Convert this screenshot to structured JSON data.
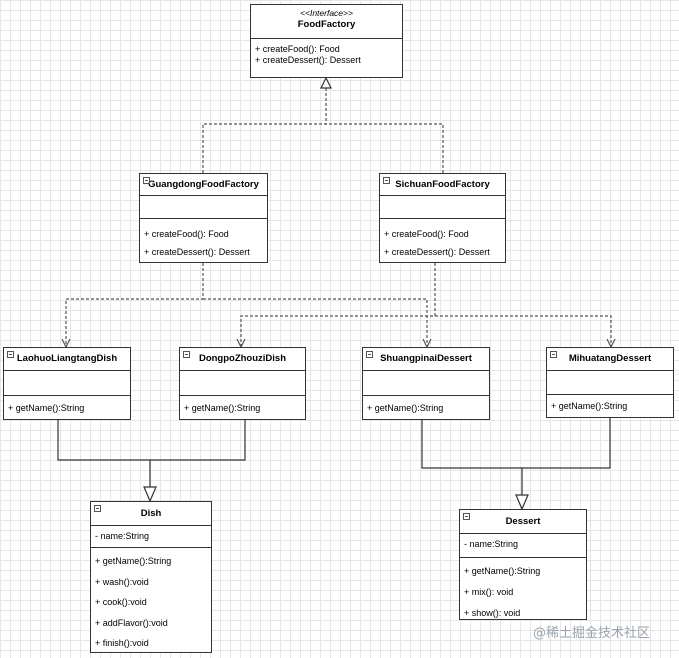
{
  "interface": {
    "stereotype": "<<Interface>>",
    "name": "FoodFactory",
    "methods": [
      "+ createFood(): Food",
      "+ createDessert(): Dessert"
    ]
  },
  "factories": [
    {
      "name": "GuangdongFoodFactory",
      "methods": [
        "+ createFood(): Food",
        "+ createDessert(): Dessert"
      ]
    },
    {
      "name": "SichuanFoodFactory",
      "methods": [
        "+ createFood(): Food",
        "+ createDessert(): Dessert"
      ]
    }
  ],
  "products": [
    {
      "name": "LaohuoLiangtangDish",
      "methods": [
        "+ getName():String"
      ]
    },
    {
      "name": "DongpoZhouziDish",
      "methods": [
        "+ getName():String"
      ]
    },
    {
      "name": "ShuangpinaiDessert",
      "methods": [
        "+ getName():String"
      ]
    },
    {
      "name": "MihuatangDessert",
      "methods": [
        "+ getName():String"
      ]
    }
  ],
  "dish": {
    "name": "Dish",
    "attributes": [
      "- name:String"
    ],
    "methods": [
      "+ getName():String",
      "+ wash():void",
      "+ cook():void",
      "+ addFlavor():void",
      "+ finish():void"
    ]
  },
  "dessert": {
    "name": "Dessert",
    "attributes": [
      "- name:String"
    ],
    "methods": [
      "+ getName():String",
      "+ mix(): void",
      "+ show(): void"
    ]
  },
  "watermark": "@稀土掘金技术社区"
}
